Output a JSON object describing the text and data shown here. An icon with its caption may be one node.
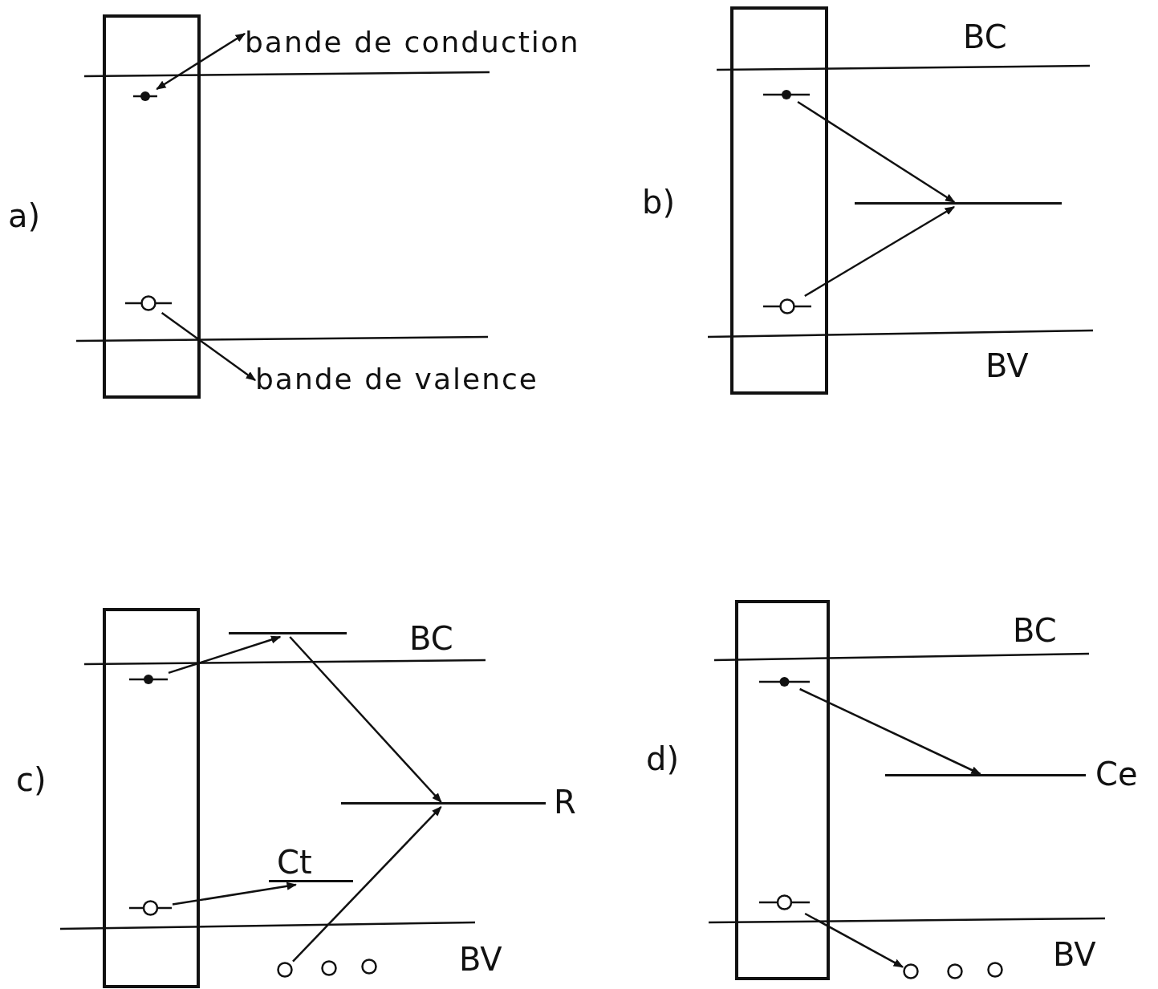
{
  "diagram": {
    "nodes": [
      {
        "text": [
          "bande de conduction"
        ]
      },
      {
        "text": [],
        "shape": "circle"
      },
      {
        "text": [],
        "shape": "circle"
      },
      {
        "text": [
          "bande de valence"
        ]
      },
      {
        "text": [],
        "shape": "circle"
      },
      {
        "text": [],
        "shape": "bar"
      },
      {
        "text": [],
        "shape": "circle"
      },
      {
        "text": [],
        "shape": "bar"
      },
      {
        "text": [],
        "shape": "circle"
      },
      {
        "text": [],
        "shape": "bar",
        "beside": [
          "R"
        ]
      },
      {
        "text": [],
        "shape": "bar",
        "beside": [
          "Ct"
        ]
      },
      {
        "text": [],
        "shape": "circle"
      },
      {
        "text": [],
        "shape": "circle"
      },
      {
        "text": [],
        "shape": "circle"
      },
      {
        "text": [],
        "shape": "circle"
      },
      {
        "text": [],
        "shape": "circle"
      },
      {
        "text": [],
        "shape": "bar",
        "beside": [
          "Ce"
        ]
      },
      {
        "text": [],
        "shape": "circle"
      },
      {
        "text": [],
        "shape": "circle"
      },
      {
        "text": [],
        "shape": "circle"
      },
      {
        "text": [],
        "shape": "circle"
      }
    ],
    "edges": [
      {
        "from": 0,
        "to": 1,
        "arrow": "both"
      },
      {
        "from": 2,
        "to": 3,
        "arrow": "to"
      },
      {
        "from": 4,
        "to": 5,
        "arrow": "to"
      },
      {
        "from": 6,
        "to": 5,
        "arrow": "to"
      },
      {
        "from": 8,
        "to": 7,
        "arrow": "to"
      },
      {
        "from": 7,
        "to": 9,
        "arrow": "to"
      },
      {
        "from": 11,
        "to": 10,
        "arrow": "to"
      },
      {
        "from": 12,
        "to": 9,
        "arrow": "to"
      },
      {
        "from": 15,
        "to": 16,
        "arrow": "to"
      },
      {
        "from": 17,
        "to": 18,
        "arrow": "to"
      }
    ],
    "labels": [
      "a)",
      "BC",
      "b)",
      "BV",
      "BC",
      "c)",
      "BV",
      "BC",
      "d)",
      "BV"
    ]
  }
}
